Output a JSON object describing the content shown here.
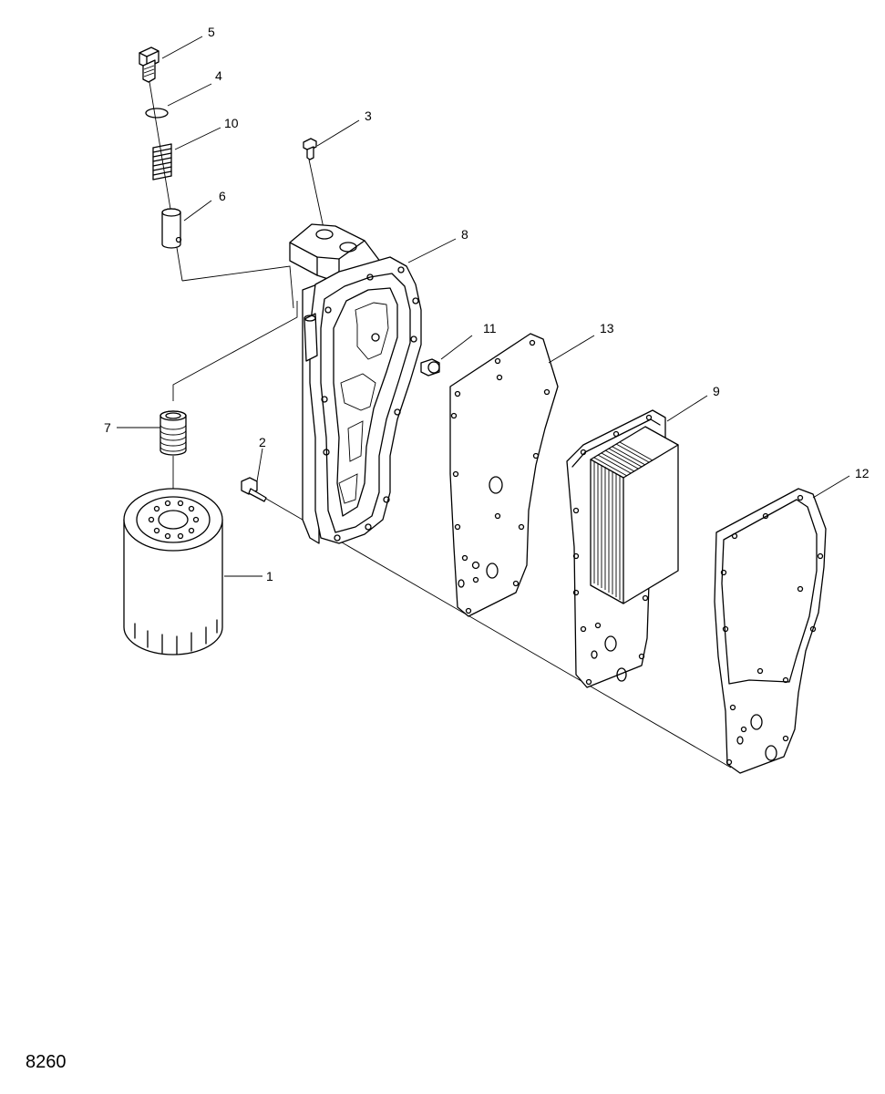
{
  "figure_number": "8260",
  "callouts": {
    "c1": "1",
    "c2": "2",
    "c3": "3",
    "c4": "4",
    "c5": "5",
    "c6": "6",
    "c7": "7",
    "c8": "8",
    "c9": "9",
    "c10": "10",
    "c11": "11",
    "c12": "12",
    "c13": "13"
  }
}
